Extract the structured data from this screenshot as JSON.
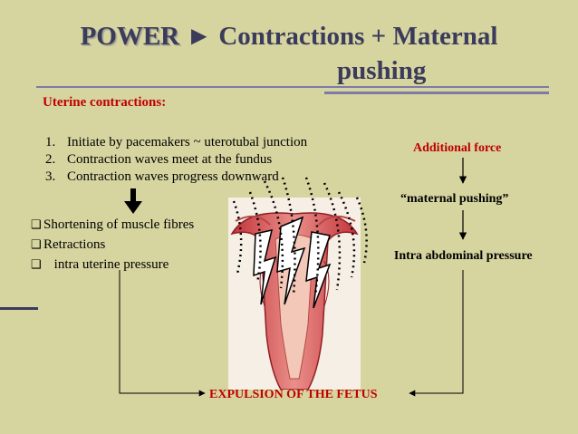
{
  "title": {
    "power": "POWER",
    "arrow_glyph": "►",
    "rest_line1": "Contractions + Maternal",
    "rest_line2": "pushing"
  },
  "uterine": {
    "heading": "Uterine contractions:",
    "items": [
      {
        "num": "1.",
        "text": "Initiate by pacemakers ~ uterotubal junction"
      },
      {
        "num": "2.",
        "text": "Contraction waves meet at the fundus"
      },
      {
        "num": "3.",
        "text": "Contraction waves progress downward"
      }
    ]
  },
  "effects": {
    "items": [
      "Shortening of muscle fibres",
      "Retractions",
      "intra uterine pressure"
    ]
  },
  "right": {
    "heading": "Additional force",
    "pushing": "“maternal pushing”",
    "pressure": "Intra abdominal pressure"
  },
  "outcome": "EXPULSION OF THE FETUS",
  "colors": {
    "background": "#d6d49f",
    "title": "#3b3b5b",
    "accent_red": "#c00000",
    "rule": "#7d7ba6"
  },
  "icons": [
    "checkbox-bullet-icon",
    "down-arrow-icon",
    "lightning-bolt-icon"
  ]
}
